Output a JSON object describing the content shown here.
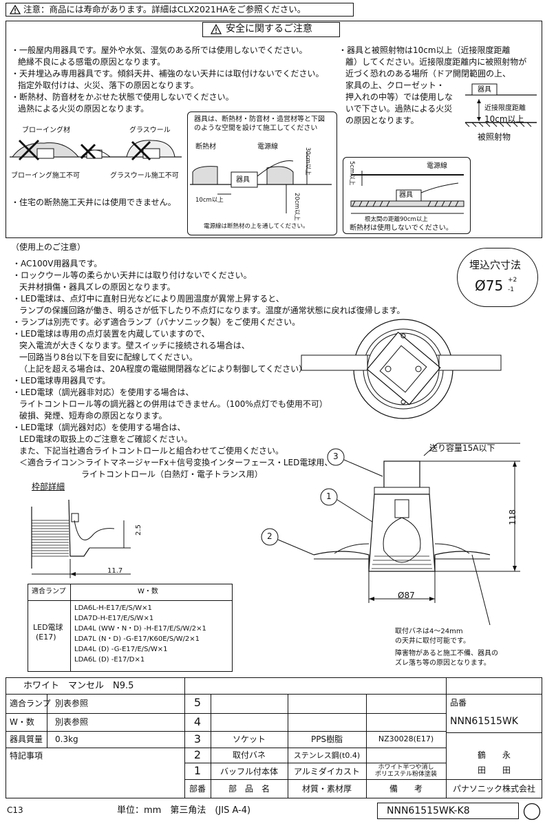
{
  "notice": "注意：商品には寿命があります。詳細はCLX2021HAをご参照ください。",
  "safety": {
    "title": "安全に関するご注意",
    "left": [
      "・一般屋内用器具です。屋外や水気、湿気のある所では使用しないでください。",
      "絶縁不良による感電の原因となります。",
      "・天井埋込み専用器具です。傾斜天井、補強のない天井には取付けないでください。",
      "指定外取付けは、火災、落下の原因となります。",
      "・断熱材、防音材をかぶせた状態で使用しないでください。",
      "過熱による火災の原因となります。"
    ],
    "blowing_label": "ブローイング材",
    "glasswool_label": "グラスウール",
    "blowing_ng": "ブローイング施工不可",
    "glasswool_ng": "グラスウール施工不可",
    "house": "・住宅の断熱施工天井には使用できません。",
    "center_note": [
      "器具は、断熱材・防音材・造営材等と下図",
      "のような空間を設けて施工してください"
    ],
    "insulation_label": "断熱材",
    "cable_label": "電源線",
    "fixture_label": "器具",
    "dim_10cm": "10cm以上",
    "dim_30cm": "30cm以上",
    "dim_20cm": "20cm以上",
    "cable_note": "電源線は断熱材の上を通してください。",
    "right": [
      "・器具と被照射物は10cm以上（近接限度距離",
      "離）してください。近接限度距離内に被照射物が",
      "近づく恐れのある場所（ドア開閉範囲の上、",
      "家具の上、クローゼット・",
      "押入れの中等）では使用しな",
      "いで下さい。過熱による火災",
      "の原因となります。"
    ],
    "limit_label": "近接限度距離",
    "limit_10cm": "10cm以上",
    "target_label": "被照射物",
    "dim_5cm": "5cm以上",
    "spacing_label": "根太間の距離90cm以上",
    "cable_note2": "断熱材は使用しないでください。"
  },
  "usage": {
    "title": "（使用上のご注意）",
    "lines": [
      "・AC100V用器具です。",
      "・ロックウール等の柔らかい天井には取り付けないでください。",
      "天井材損傷・器具ズレの原因となります。",
      "・LED電球は、点灯中に直射日光などにより周囲温度が異常上昇すると、",
      "ランプの保護回路が働き、明るさが低下したり不点灯になります。温度が通常状態に戻れば復帰します。",
      "・ランプは別売です。必ず適合ランプ（パナソニック製）をご使用ください。",
      "・LED電球は専用の点灯装置を内蔵していますので、",
      "突入電流が大きくなります。壁スイッチに接続される場合は、",
      "一回路当り8台以下を目安に配線してください。",
      "（上記を超える場合は、20A程度の電磁開閉器などにより制御してください）",
      "・LED電球専用器具です。",
      "・LED電球（調光器非対応）を使用する場合は、",
      "ライトコントロール等の調光器との併用はできません。（100%点灯でも使用不可）",
      "破損、発煙、短寿命の原因となります。",
      "・LED電球（調光器対応）を使用する場合は、",
      "LED電球の取扱上のご注意をご確認ください。",
      "また、下記当社適合ライトコントロールと組合わせてご使用ください。",
      "＜適合ライコン＞ライトマネージャーFx＋信号変換インターフェース・LED電球用、",
      "ライトコントロール（白熱灯・電子トランス用）"
    ]
  },
  "cutout": {
    "label": "埋込穴寸法",
    "value": "Ø75",
    "tol_plus": "+2",
    "tol_minus": "-1"
  },
  "drawing": {
    "capacity": "送り容量15A以下",
    "height": "118",
    "diameter": "Ø87",
    "frame_title": "枠部詳細",
    "frame_dim1": "2.5",
    "frame_dim2": "11.7",
    "callouts": [
      "1",
      "2",
      "3"
    ],
    "panel_note": [
      "取付バネは4～24mm",
      "の天井に取付可能です。"
    ],
    "obstacle_note": [
      "障害物があると施工不備、器具の",
      "ズレ落ち等の原因となります。"
    ]
  },
  "lamp_table": {
    "header_lamp": "適合ランプ",
    "header_watt": "W・数",
    "type_line1": "LED電球",
    "type_line2": "(E17)",
    "items": [
      "LDA6L-H-E17/E/S/W×1",
      "LDA7D-H-E17/E/S/W×1",
      "LDA4L (WW・N・D) -H-E17/E/S/W/2×1",
      "LDA7L (N・D) -G-E17/K60E/S/W/2×1",
      "LDA4L (D) -G-E17/E/S/W×1",
      "LDA6L (D) -E17/D×1"
    ]
  },
  "title_block": {
    "finish": "ホワイト　マンセル　N9.5",
    "rows_left": [
      {
        "label": "適合ランプ",
        "value": "別表参照"
      },
      {
        "label": "W・数",
        "value": "別表参照"
      },
      {
        "label": "器具質量",
        "value": "0.3kg"
      },
      {
        "label": "特記事項",
        "value": ""
      }
    ],
    "parts": [
      {
        "no": "5",
        "name": "",
        "material": "",
        "note": ""
      },
      {
        "no": "4",
        "name": "",
        "material": "",
        "note": ""
      },
      {
        "no": "3",
        "name": "ソケット",
        "material": "PPS樹脂",
        "note": "NZ30028(E17)"
      },
      {
        "no": "2",
        "name": "取付バネ",
        "material": "ステンレス鋼(t0.4)",
        "note": ""
      },
      {
        "no": "1",
        "name": "バッフル付本体",
        "material": "アルミダイカスト",
        "note": "ホワイト半つや消し",
        "note2": "ポリエステル粉体塗装"
      }
    ],
    "header": {
      "no": "部番",
      "name": "部　品　名",
      "material": "材質・素材厚",
      "note": "備　　考"
    },
    "part_no_label": "品番",
    "part_no": "NNN61515WK",
    "names": [
      "鶴　　永",
      "田　　田"
    ],
    "company": "パナソニック株式会社"
  },
  "footer": {
    "code": "C13",
    "unit": "単位：mm　第三角法　(JIS A-4)",
    "drawing_no": "NNN61515WK-K8"
  }
}
